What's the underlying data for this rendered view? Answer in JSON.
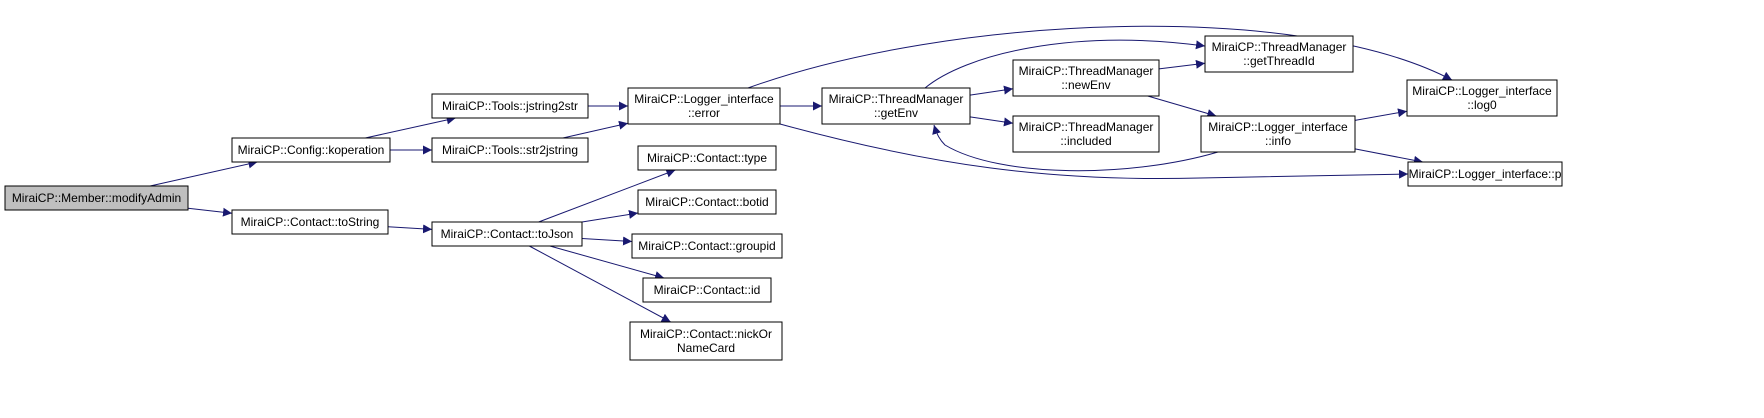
{
  "diagram": {
    "type": "call-graph",
    "colors": {
      "edge": "#191970",
      "node_border": "#000000",
      "node_fill": "#ffffff",
      "root_fill": "#bfbfbf",
      "text": "#000000"
    },
    "nodes": [
      {
        "id": "modifyAdmin",
        "lines": [
          "MiraiCP::Member::modifyAdmin"
        ],
        "root": true
      },
      {
        "id": "koperation",
        "lines": [
          "MiraiCP::Config::koperation"
        ]
      },
      {
        "id": "toString",
        "lines": [
          "MiraiCP::Contact::toString"
        ]
      },
      {
        "id": "jstring2str",
        "lines": [
          "MiraiCP::Tools::jstring2str"
        ]
      },
      {
        "id": "str2jstring",
        "lines": [
          "MiraiCP::Tools::str2jstring"
        ]
      },
      {
        "id": "toJson",
        "lines": [
          "MiraiCP::Contact::toJson"
        ]
      },
      {
        "id": "error",
        "lines": [
          "MiraiCP::Logger_interface",
          "::error"
        ]
      },
      {
        "id": "type",
        "lines": [
          "MiraiCP::Contact::type"
        ]
      },
      {
        "id": "botid",
        "lines": [
          "MiraiCP::Contact::botid"
        ]
      },
      {
        "id": "groupid",
        "lines": [
          "MiraiCP::Contact::groupid"
        ]
      },
      {
        "id": "cid",
        "lines": [
          "MiraiCP::Contact::id"
        ]
      },
      {
        "id": "nickOrNameCard",
        "lines": [
          "MiraiCP::Contact::nickOr",
          "NameCard"
        ]
      },
      {
        "id": "getEnv",
        "lines": [
          "MiraiCP::ThreadManager",
          "::getEnv"
        ]
      },
      {
        "id": "newEnv",
        "lines": [
          "MiraiCP::ThreadManager",
          "::newEnv"
        ]
      },
      {
        "id": "included",
        "lines": [
          "MiraiCP::ThreadManager",
          "::included"
        ]
      },
      {
        "id": "getThreadId",
        "lines": [
          "MiraiCP::ThreadManager",
          "::getThreadId"
        ]
      },
      {
        "id": "info",
        "lines": [
          "MiraiCP::Logger_interface",
          "::info"
        ]
      },
      {
        "id": "log0",
        "lines": [
          "MiraiCP::Logger_interface",
          "::log0"
        ]
      },
      {
        "id": "p",
        "lines": [
          "MiraiCP::Logger_interface::p"
        ]
      }
    ],
    "edges": [
      {
        "from": "modifyAdmin",
        "to": "koperation"
      },
      {
        "from": "modifyAdmin",
        "to": "toString"
      },
      {
        "from": "koperation",
        "to": "jstring2str"
      },
      {
        "from": "koperation",
        "to": "str2jstring"
      },
      {
        "from": "toString",
        "to": "toJson"
      },
      {
        "from": "jstring2str",
        "to": "error"
      },
      {
        "from": "str2jstring",
        "to": "error"
      },
      {
        "from": "toJson",
        "to": "type"
      },
      {
        "from": "toJson",
        "to": "botid"
      },
      {
        "from": "toJson",
        "to": "groupid"
      },
      {
        "from": "toJson",
        "to": "cid"
      },
      {
        "from": "toJson",
        "to": "nickOrNameCard"
      },
      {
        "from": "error",
        "to": "getEnv"
      },
      {
        "from": "error",
        "to": "log0"
      },
      {
        "from": "error",
        "to": "p"
      },
      {
        "from": "getEnv",
        "to": "newEnv"
      },
      {
        "from": "getEnv",
        "to": "included"
      },
      {
        "from": "getEnv",
        "to": "getThreadId"
      },
      {
        "from": "newEnv",
        "to": "getThreadId"
      },
      {
        "from": "newEnv",
        "to": "info"
      },
      {
        "from": "info",
        "to": "getEnv"
      },
      {
        "from": "info",
        "to": "log0"
      },
      {
        "from": "info",
        "to": "p"
      }
    ]
  }
}
